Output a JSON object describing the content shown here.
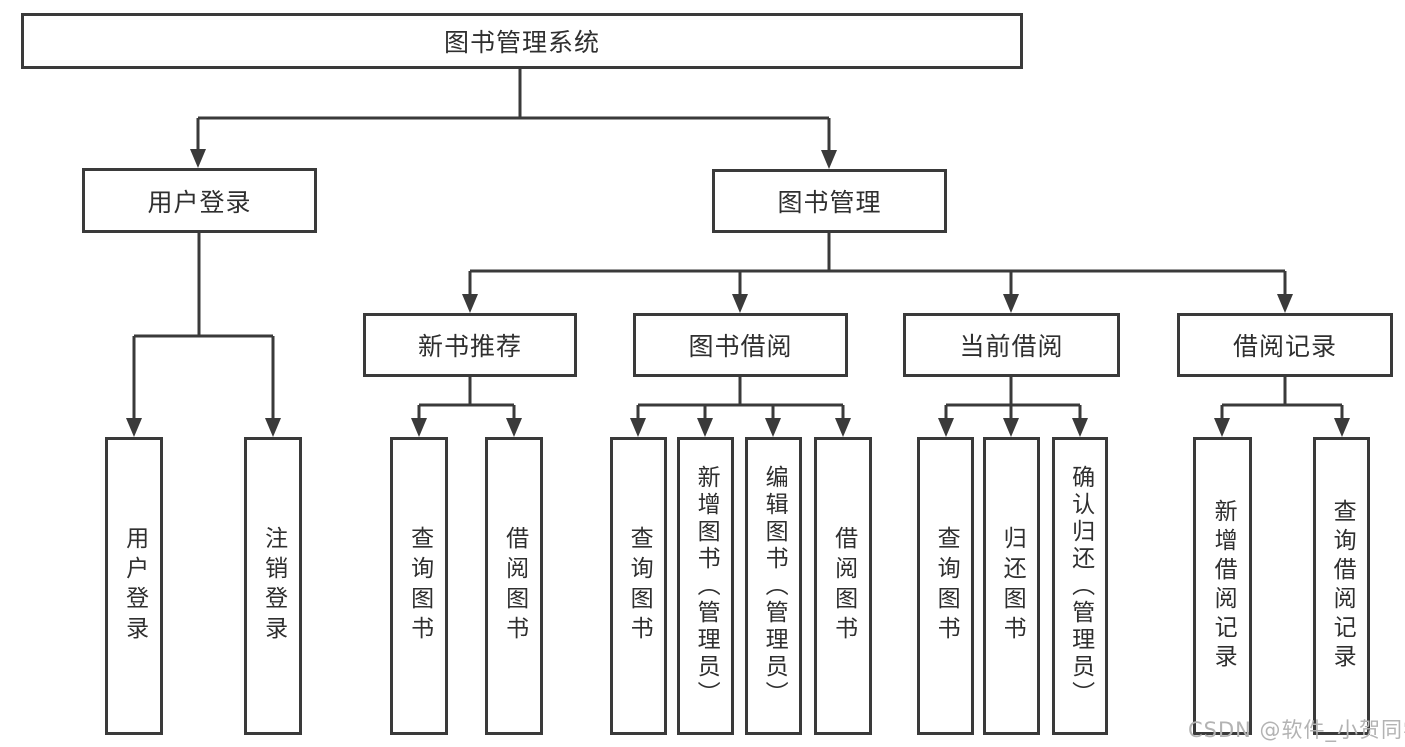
{
  "diagram": {
    "root": {
      "label": "图书管理系统"
    },
    "level2": {
      "user_login": {
        "label": "用户登录"
      },
      "book_management": {
        "label": "图书管理"
      }
    },
    "level3": {
      "new_book_recommend": {
        "label": "新书推荐"
      },
      "book_borrowing": {
        "label": "图书借阅"
      },
      "current_borrowing": {
        "label": "当前借阅"
      },
      "borrowing_records": {
        "label": "借阅记录"
      }
    },
    "leaves": [
      {
        "label": "用户登录"
      },
      {
        "label": "注销登录"
      },
      {
        "label": "查询图书"
      },
      {
        "label": "借阅图书"
      },
      {
        "label": "查询图书"
      },
      {
        "label": "新增图书（管理员）"
      },
      {
        "label": "编辑图书（管理员）"
      },
      {
        "label": "借阅图书"
      },
      {
        "label": "查询图书"
      },
      {
        "label": "归还图书"
      },
      {
        "label": "确认归还（管理员）"
      },
      {
        "label": "新增借阅记录"
      },
      {
        "label": "查询借阅记录"
      }
    ],
    "watermark": "CSDN @软件_小贺同学",
    "colors": {
      "line": "#3a3a3a",
      "text": "#2f2f2f",
      "watermark": "#b3b3b3",
      "background": "#ffffff"
    }
  }
}
